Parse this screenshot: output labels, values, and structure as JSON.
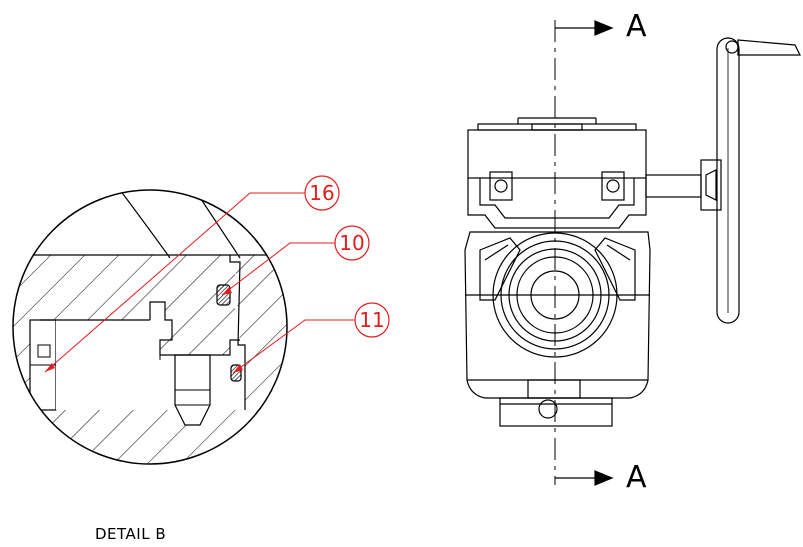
{
  "detail": {
    "title": "DETAIL B"
  },
  "section": {
    "top_label": "A",
    "bottom_label": "A"
  },
  "callouts": [
    {
      "id": "callout-16",
      "text": "16"
    },
    {
      "id": "callout-10",
      "text": "10"
    },
    {
      "id": "callout-11",
      "text": "11"
    }
  ],
  "colors": {
    "line": "#000000",
    "callout": "#e31c1c",
    "hatch": "#000000"
  }
}
